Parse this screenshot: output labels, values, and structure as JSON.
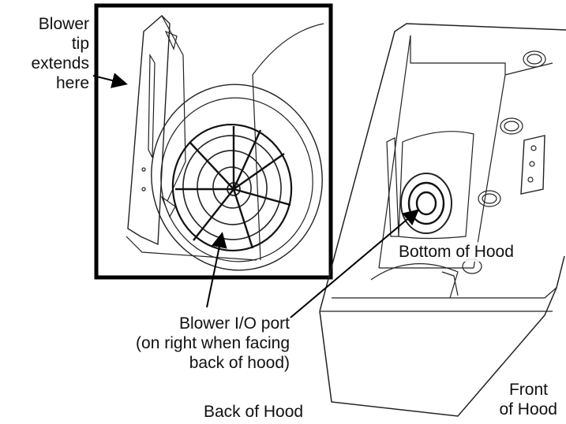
{
  "labels": {
    "blower_tip": [
      "Blower",
      "tip",
      "extends",
      "here"
    ],
    "blower_io_port": [
      "Blower I/O port",
      "(on right when facing",
      "back of hood)"
    ],
    "bottom_of_hood": "Bottom of Hood",
    "back_of_hood": "Back of Hood",
    "front_of_hood": [
      "Front",
      "of Hood"
    ]
  }
}
